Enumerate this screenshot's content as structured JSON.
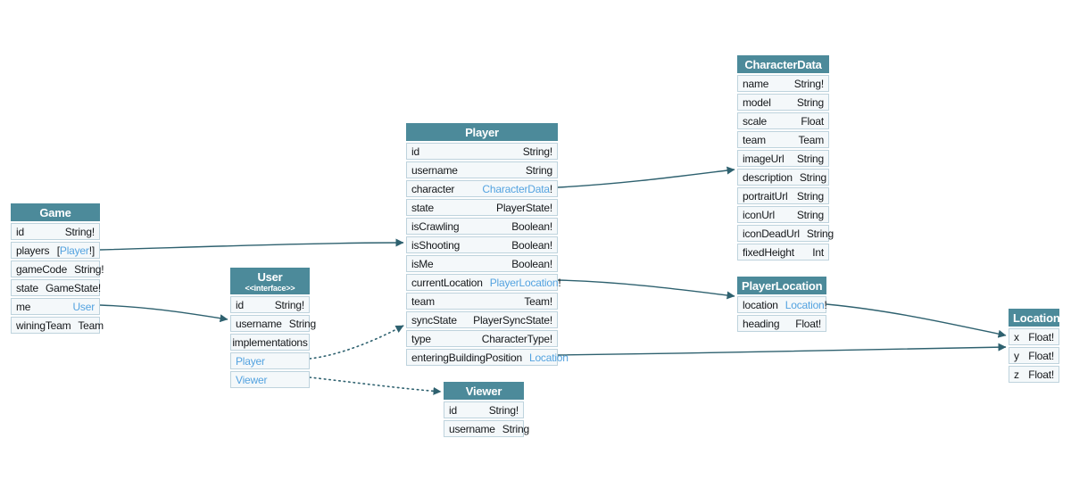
{
  "diagram": {
    "kind": "graphql-schema-type-diagram",
    "colors": {
      "background": "#ffffff",
      "header_bg": "#4c8a9a",
      "header_text": "#ffffff",
      "row_bg": "#f4f8fa",
      "row_border": "#bed3dd",
      "link_text": "#54a3e0",
      "field_text": "#14171a",
      "edge": "#2e616f"
    },
    "tables": [
      {
        "id": "game",
        "title": "Game",
        "fields": [
          {
            "name": "id",
            "type": [
              {
                "t": "String!"
              }
            ]
          },
          {
            "name": "players",
            "type": [
              {
                "t": "["
              },
              {
                "t": "Player",
                "link": true
              },
              {
                "t": "!]"
              }
            ]
          },
          {
            "name": "gameCode",
            "type": [
              {
                "t": "String!"
              }
            ]
          },
          {
            "name": "state",
            "type": [
              {
                "t": "GameState!"
              }
            ]
          },
          {
            "name": "me",
            "type": [
              {
                "t": "User",
                "link": true
              }
            ]
          },
          {
            "name": "winingTeam",
            "type": [
              {
                "t": "Team"
              }
            ]
          }
        ]
      },
      {
        "id": "user",
        "title": "User",
        "subtitle": "<<interface>>",
        "fields": [
          {
            "name": "id",
            "type": [
              {
                "t": "String!"
              }
            ]
          },
          {
            "name": "username",
            "type": [
              {
                "t": "String"
              }
            ]
          },
          {
            "name": "implementations",
            "center": true,
            "type": []
          },
          {
            "name": "Player",
            "name_link": true,
            "type": []
          },
          {
            "name": "Viewer",
            "name_link": true,
            "type": []
          }
        ]
      },
      {
        "id": "player",
        "title": "Player",
        "fields": [
          {
            "name": "id",
            "type": [
              {
                "t": "String!"
              }
            ]
          },
          {
            "name": "username",
            "type": [
              {
                "t": "String"
              }
            ]
          },
          {
            "name": "character",
            "type": [
              {
                "t": "CharacterData",
                "link": true
              },
              {
                "t": "!"
              }
            ]
          },
          {
            "name": "state",
            "type": [
              {
                "t": "PlayerState!"
              }
            ]
          },
          {
            "name": "isCrawling",
            "type": [
              {
                "t": "Boolean!"
              }
            ]
          },
          {
            "name": "isShooting",
            "type": [
              {
                "t": "Boolean!"
              }
            ]
          },
          {
            "name": "isMe",
            "type": [
              {
                "t": "Boolean!"
              }
            ]
          },
          {
            "name": "currentLocation",
            "type": [
              {
                "t": "PlayerLocation",
                "link": true
              },
              {
                "t": "!"
              }
            ]
          },
          {
            "name": "team",
            "type": [
              {
                "t": "Team!"
              }
            ]
          },
          {
            "name": "syncState",
            "type": [
              {
                "t": "PlayerSyncState!"
              }
            ]
          },
          {
            "name": "type",
            "type": [
              {
                "t": "CharacterType!"
              }
            ]
          },
          {
            "name": "enteringBuildingPosition",
            "type": [
              {
                "t": "Location",
                "link": true
              }
            ]
          }
        ]
      },
      {
        "id": "viewer",
        "title": "Viewer",
        "fields": [
          {
            "name": "id",
            "type": [
              {
                "t": "String!"
              }
            ]
          },
          {
            "name": "username",
            "type": [
              {
                "t": "String"
              }
            ]
          }
        ]
      },
      {
        "id": "characterdata",
        "title": "CharacterData",
        "fields": [
          {
            "name": "name",
            "type": [
              {
                "t": "String!"
              }
            ]
          },
          {
            "name": "model",
            "type": [
              {
                "t": "String"
              }
            ]
          },
          {
            "name": "scale",
            "type": [
              {
                "t": "Float"
              }
            ]
          },
          {
            "name": "team",
            "type": [
              {
                "t": "Team"
              }
            ]
          },
          {
            "name": "imageUrl",
            "type": [
              {
                "t": "String"
              }
            ]
          },
          {
            "name": "description",
            "type": [
              {
                "t": "String"
              }
            ]
          },
          {
            "name": "portraitUrl",
            "type": [
              {
                "t": "String"
              }
            ]
          },
          {
            "name": "iconUrl",
            "type": [
              {
                "t": "String"
              }
            ]
          },
          {
            "name": "iconDeadUrl",
            "type": [
              {
                "t": "String"
              }
            ]
          },
          {
            "name": "fixedHeight",
            "type": [
              {
                "t": "Int"
              }
            ]
          }
        ]
      },
      {
        "id": "playerlocation",
        "title": "PlayerLocation",
        "fields": [
          {
            "name": "location",
            "type": [
              {
                "t": "Location",
                "link": true
              },
              {
                "t": "!"
              }
            ]
          },
          {
            "name": "heading",
            "type": [
              {
                "t": "Float!"
              }
            ]
          }
        ]
      },
      {
        "id": "location",
        "title": "Location",
        "fields": [
          {
            "name": "x",
            "type": [
              {
                "t": "Float!"
              }
            ]
          },
          {
            "name": "y",
            "type": [
              {
                "t": "Float!"
              }
            ]
          },
          {
            "name": "z",
            "type": [
              {
                "t": "Float!"
              }
            ]
          }
        ]
      }
    ],
    "edges": [
      {
        "id": "game-players-to-player",
        "from": "Game.players",
        "to": "Player",
        "style": "solid"
      },
      {
        "id": "game-me-to-user",
        "from": "Game.me",
        "to": "User",
        "style": "solid"
      },
      {
        "id": "player-character-to-characterdata",
        "from": "Player.character",
        "to": "CharacterData",
        "style": "solid"
      },
      {
        "id": "player-currentlocation-to-playerlocation",
        "from": "Player.currentLocation",
        "to": "PlayerLocation",
        "style": "solid"
      },
      {
        "id": "player-enteringbuildingposition-to-location",
        "from": "Player.enteringBuildingPosition",
        "to": "Location",
        "style": "solid"
      },
      {
        "id": "playerlocation-location-to-location",
        "from": "PlayerLocation.location",
        "to": "Location",
        "style": "solid"
      },
      {
        "id": "user-player-implementation",
        "from": "User.Player",
        "to": "Player",
        "style": "dotted"
      },
      {
        "id": "user-viewer-implementation",
        "from": "User.Viewer",
        "to": "Viewer",
        "style": "dotted"
      }
    ]
  }
}
